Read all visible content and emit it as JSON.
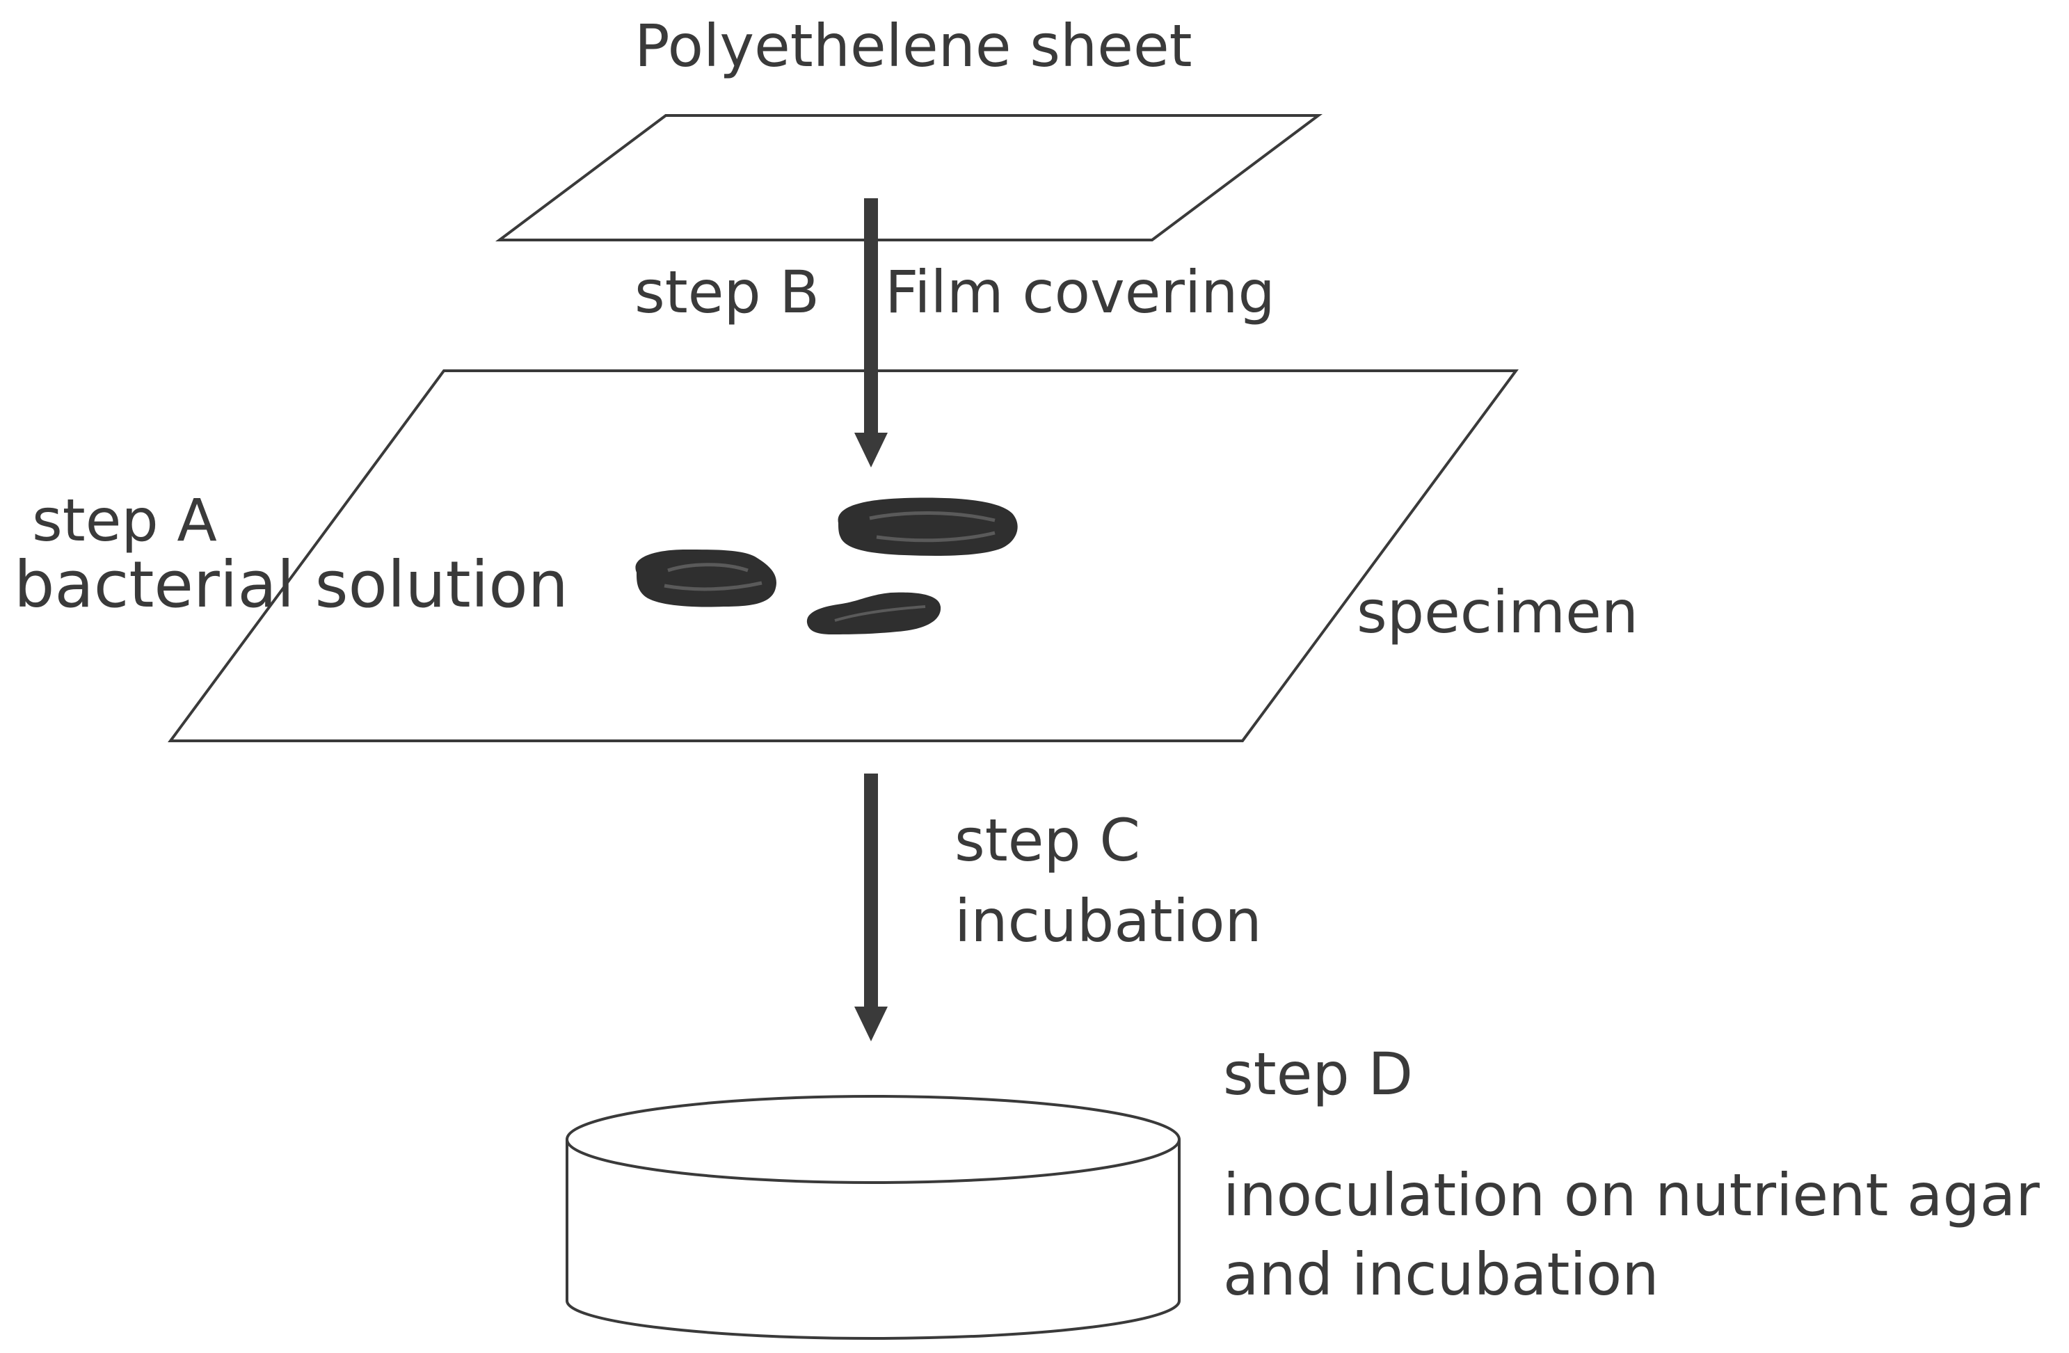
{
  "diagram": {
    "sheet_label": "Polyethelene sheet",
    "step_b_label": "step B",
    "film_label": "Film covering",
    "step_a_label": "step A",
    "bacterial_label": "bacterial solution",
    "specimen_label": "specimen",
    "step_c_label": "step C",
    "incubation_label": "incubation",
    "step_d_label": "step D",
    "inoculation_line1": "inoculation on nutrient agar",
    "inoculation_line2": "and incubation",
    "colors": {
      "stroke": "#3a3a3a",
      "blob": "#2f2f2f",
      "background": "#ffffff"
    }
  }
}
